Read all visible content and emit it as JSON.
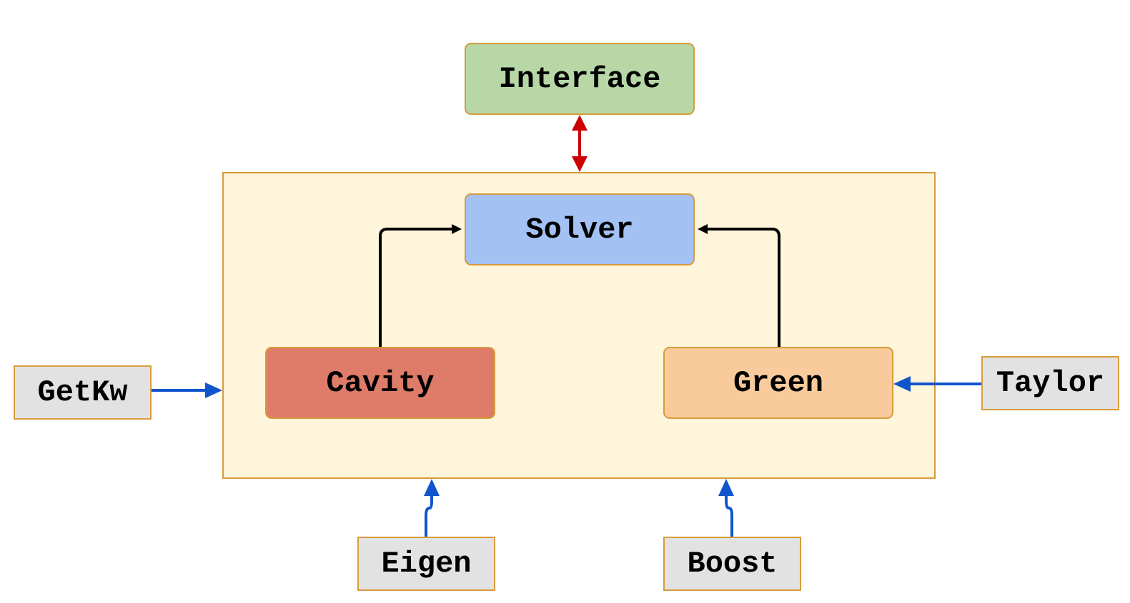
{
  "diagram": {
    "nodes": {
      "interface": "Interface",
      "solver": "Solver",
      "cavity": "Cavity",
      "green": "Green",
      "getkw": "GetKw",
      "taylor": "Taylor",
      "eigen": "Eigen",
      "boost": "Boost"
    },
    "edges": [
      {
        "from": "interface",
        "to": "container",
        "direction": "both",
        "color": "#cc0000"
      },
      {
        "from": "cavity",
        "to": "solver",
        "color": "#000000"
      },
      {
        "from": "green",
        "to": "solver",
        "color": "#000000"
      },
      {
        "from": "getkw",
        "to": "container",
        "color": "#1155cc"
      },
      {
        "from": "taylor",
        "to": "green",
        "color": "#1155cc"
      },
      {
        "from": "eigen",
        "to": "container",
        "color": "#1155cc"
      },
      {
        "from": "boost",
        "to": "container",
        "color": "#1155cc"
      }
    ],
    "colors": {
      "interface_fill": "#b7d8a6",
      "solver_fill": "#a4c1f4",
      "cavity_fill": "#de7c69",
      "green_fill": "#f9cb9c",
      "external_fill": "#e2e2e2",
      "container_fill": "#fff5da",
      "border": "#d79b3c",
      "arrow_blue": "#1155cc",
      "arrow_red": "#cc0000",
      "arrow_black": "#000000"
    }
  }
}
